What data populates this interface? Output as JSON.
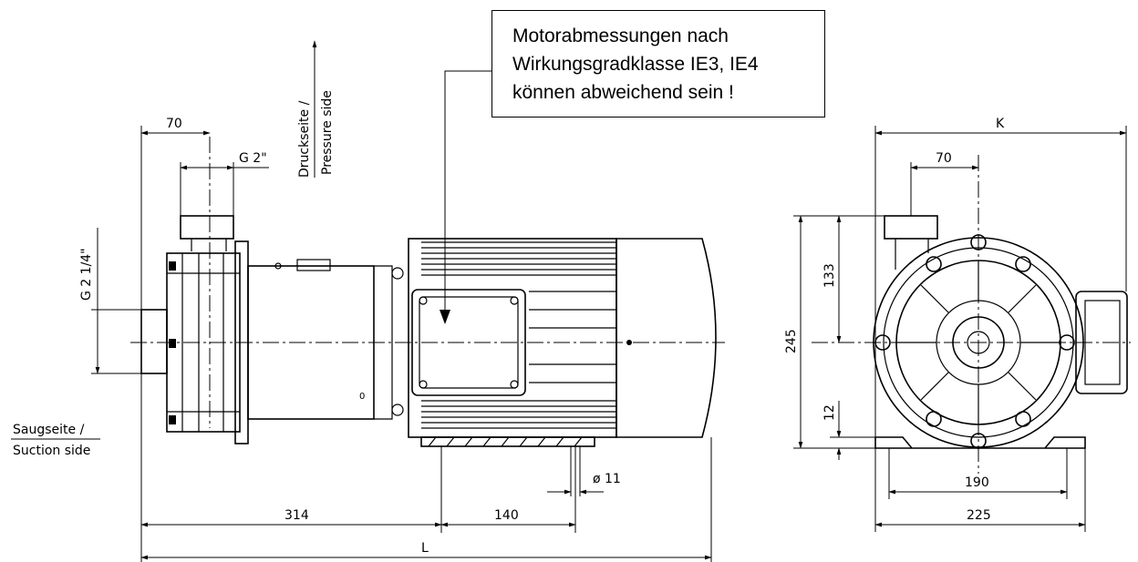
{
  "note": {
    "lines": [
      "Motorabmessungen nach",
      "Wirkungsgradklasse IE3, IE4",
      "können abweichend sein !"
    ]
  },
  "labels": {
    "pressure_side_de": "Druckseite /",
    "pressure_side_en": "Pressure side",
    "suction_side_de": "Saugseite /",
    "suction_side_en": "Suction side"
  },
  "dimensions": {
    "side_view": {
      "flange_offset": "70",
      "outlet_thread": "G 2\"",
      "inlet_thread": "G 2 1/4\"",
      "to_foot": "314",
      "foot_spacing": "140",
      "bolt_hole": "ø 11",
      "overall_length": "L"
    },
    "front_view": {
      "overall_width": "K",
      "outlet_offset": "70",
      "outlet_height": "133",
      "total_height": "245",
      "foot_height": "12",
      "foot_hole_spacing": "190",
      "foot_width": "225"
    }
  }
}
